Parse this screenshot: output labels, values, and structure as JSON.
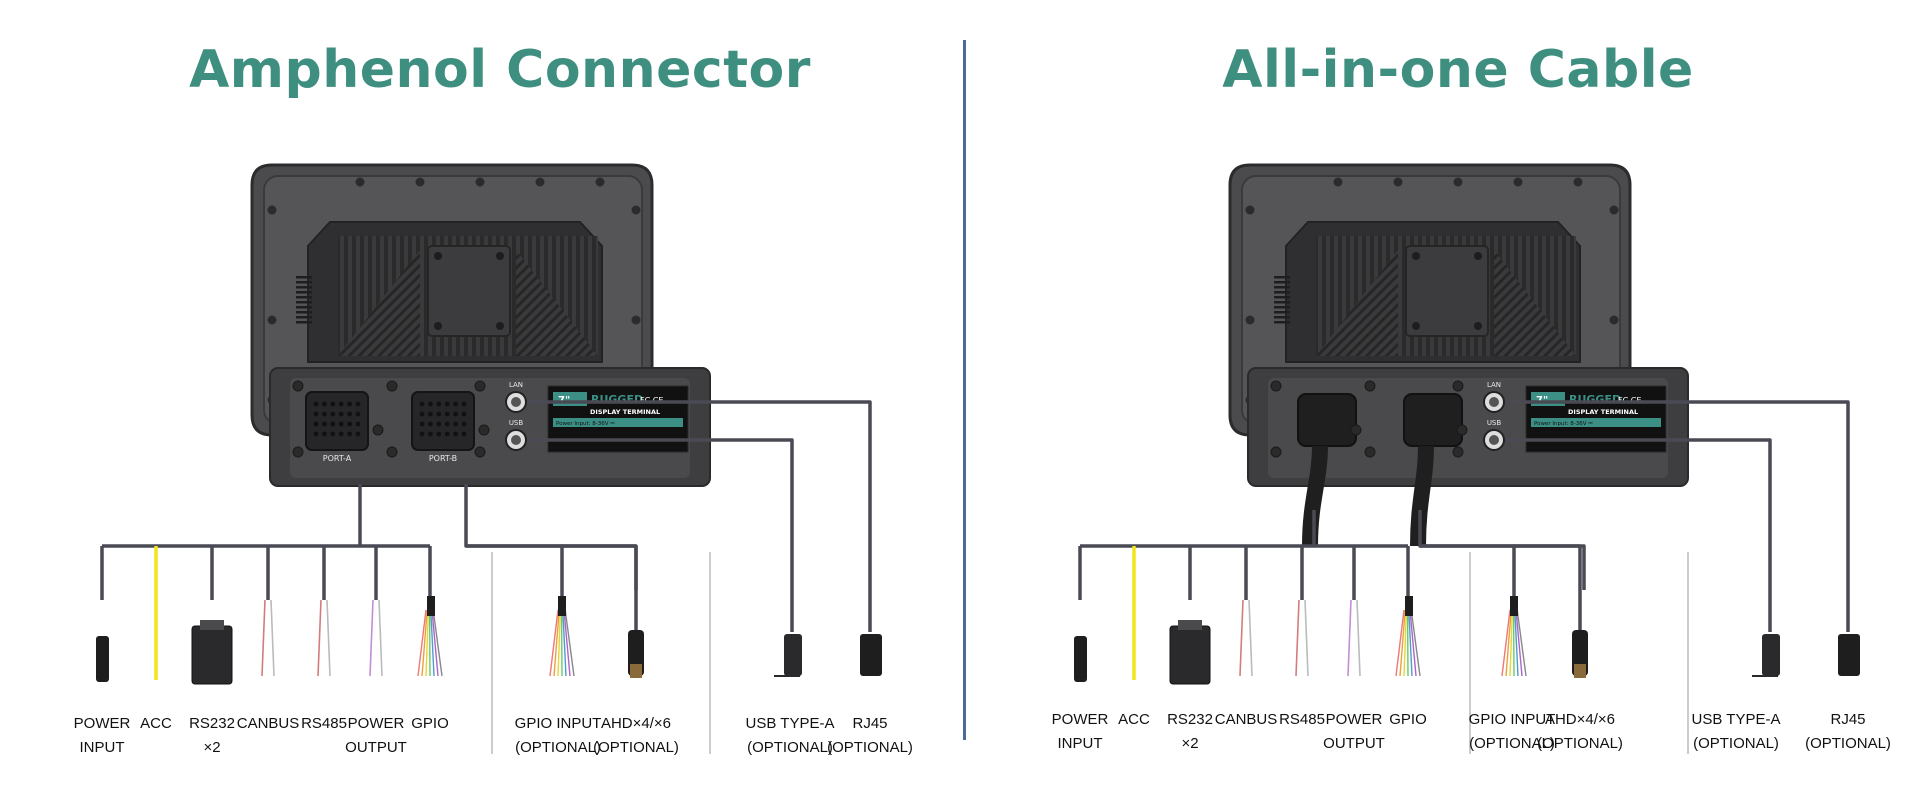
{
  "titles": {
    "left": "Amphenol Connector",
    "right": "All-in-one Cable"
  },
  "device": {
    "logo_size": "7\"",
    "brand": "RUGGED",
    "cert": "FC CE",
    "subtitle": "DISPLAY TERMINAL",
    "power_spec": "Power Input: 8-36V ⎓",
    "port_lan": "LAN",
    "port_usb": "USB",
    "port_a": "PORT-A",
    "port_b": "PORT-B"
  },
  "left_labels": {
    "power_input": [
      "POWER",
      "INPUT"
    ],
    "acc": [
      "ACC"
    ],
    "rs232": [
      "RS232",
      "×2"
    ],
    "canbus": [
      "CANBUS"
    ],
    "rs485": [
      "RS485"
    ],
    "power_output": [
      "POWER",
      "OUTPUT"
    ],
    "gpio": [
      "GPIO"
    ],
    "gpio_input": [
      "GPIO INPUT",
      "(OPTIONAL)"
    ],
    "ahd": [
      "AHD×4/×6",
      "(OPTIONAL)"
    ],
    "usb_type_a": [
      "USB TYPE-A",
      "(OPTIONAL)"
    ],
    "rj45": [
      "RJ45",
      "(OPTIONAL)"
    ]
  },
  "right_labels": {
    "power_input": [
      "POWER",
      "INPUT"
    ],
    "acc": [
      "ACC"
    ],
    "rs232": [
      "RS232",
      "×2"
    ],
    "canbus": [
      "CANBUS"
    ],
    "rs485": [
      "RS485"
    ],
    "power_output": [
      "POWER",
      "OUTPUT"
    ],
    "gpio": [
      "GPIO"
    ],
    "gpio_input": [
      "GPIO INPUT",
      "(OPTIONAL)"
    ],
    "ahd": [
      "AHD×4/×6",
      "(OPTIONAL)"
    ],
    "usb_type_a": [
      "USB TYPE-A",
      "(OPTIONAL)"
    ],
    "rj45": [
      "RJ45",
      "(OPTIONAL)"
    ]
  },
  "colors": {
    "title": "#3f8f80",
    "divider": "#4a6a9a",
    "device_body": "#4b4b4d",
    "cable": "#4a4a55",
    "acc_wire": "#f2e61a",
    "label_teal": "#3b8f84"
  }
}
